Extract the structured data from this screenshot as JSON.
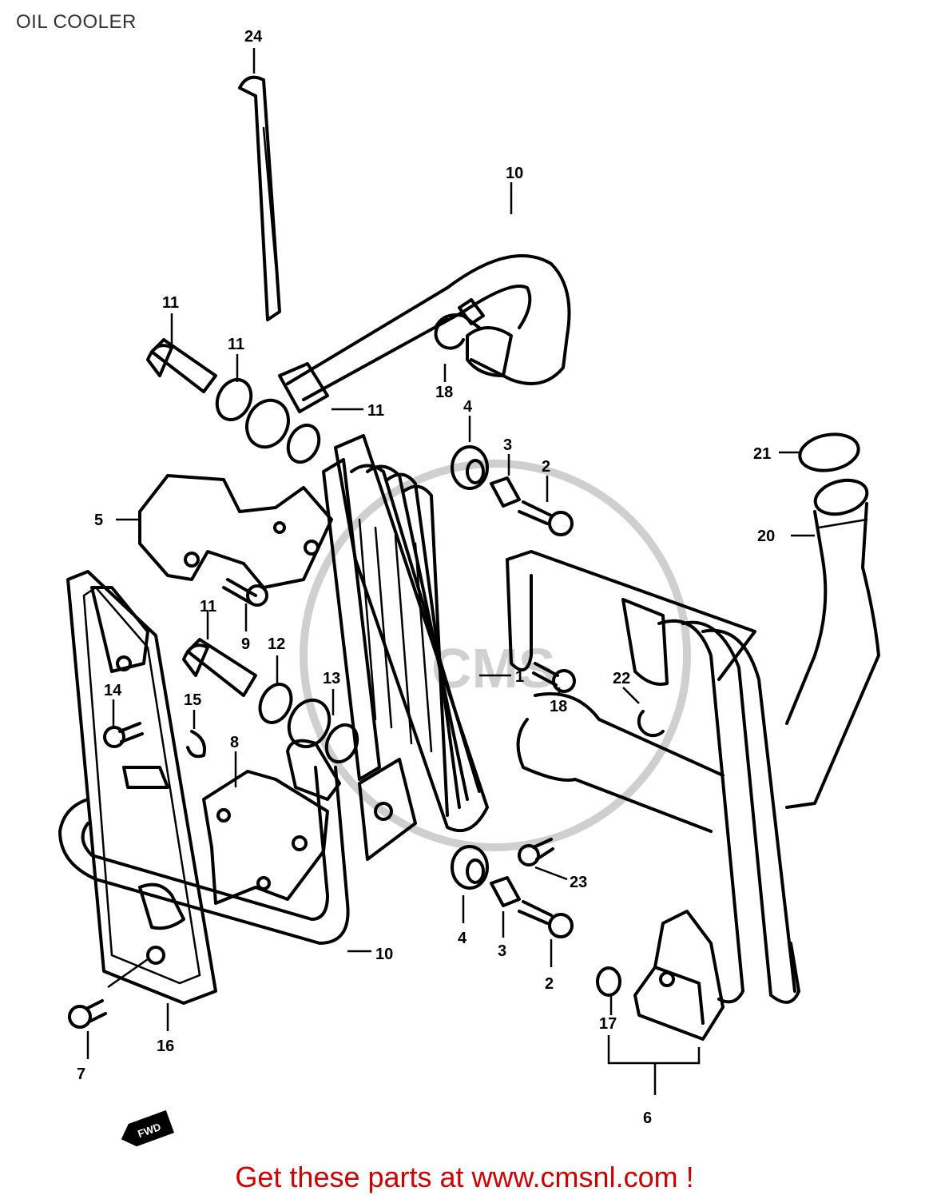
{
  "page": {
    "title": "OIL COOLER",
    "footer_link": "Get these parts at www.cmsnl.com !"
  },
  "diagram": {
    "watermark_text": "CMS",
    "fwd_label": "FWD",
    "callouts": [
      "1",
      "2",
      "2",
      "3",
      "3",
      "4",
      "4",
      "5",
      "6",
      "7",
      "8",
      "9",
      "10",
      "10",
      "11",
      "11",
      "11",
      "11",
      "12",
      "13",
      "14",
      "15",
      "16",
      "17",
      "18",
      "18",
      "20",
      "21",
      "22",
      "23",
      "24"
    ]
  }
}
